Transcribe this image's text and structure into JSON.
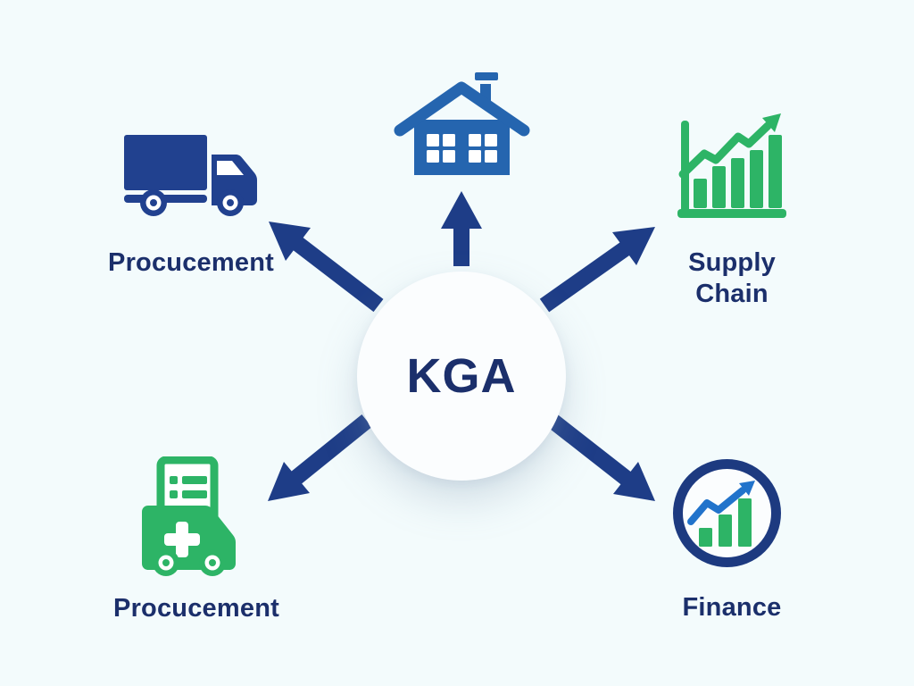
{
  "center": {
    "label": "KGA"
  },
  "nodes": [
    {
      "id": "procurement-top",
      "label": "Procucement",
      "icon": "truck-icon"
    },
    {
      "id": "facility",
      "label": "",
      "icon": "house-icon"
    },
    {
      "id": "supply-chain",
      "label": "Supply Chain",
      "label_lines": [
        "Supply",
        "Chain"
      ],
      "icon": "growth-bar-chart-icon"
    },
    {
      "id": "procurement-bottom",
      "label": "Procucement",
      "icon": "ambulance-icon"
    },
    {
      "id": "finance",
      "label": "Finance",
      "icon": "finance-circle-chart-icon"
    }
  ],
  "colors": {
    "bg": "#f3fbfc",
    "text-navy": "#1b2f6b",
    "arrow-navy": "#1e3d87",
    "truck-navy": "#21418f",
    "house-blue": "#2565af",
    "green": "#2db466",
    "finance-ring": "#1d3a80",
    "finance-arrow": "#2173cb",
    "circle-bg": "#fbfdfe"
  }
}
